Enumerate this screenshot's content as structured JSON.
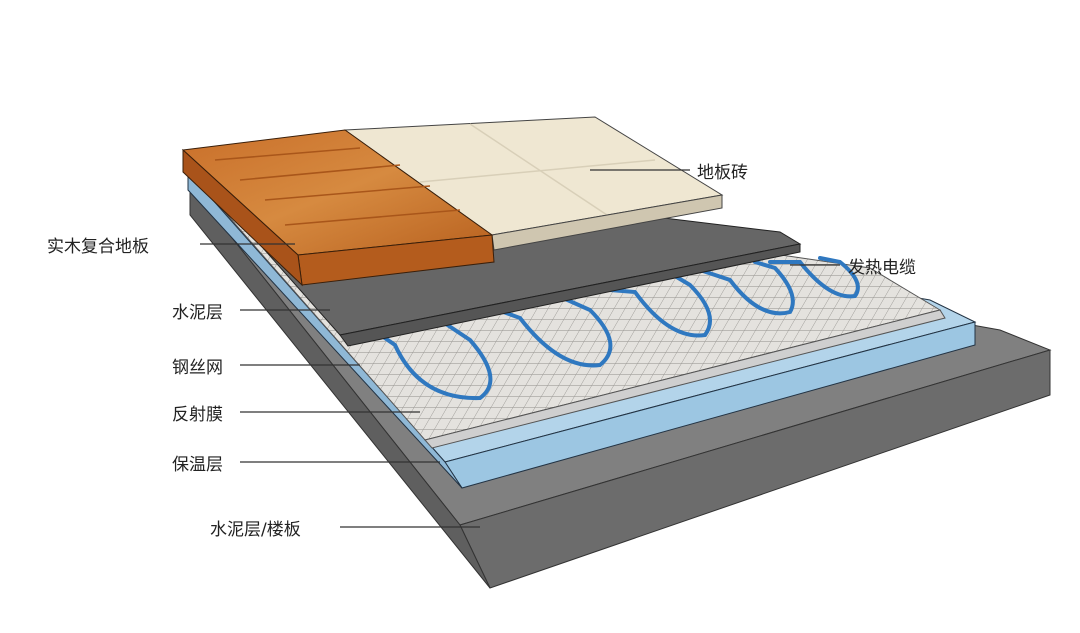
{
  "labels": {
    "floor_tile": "地板砖",
    "engineered_wood": "实木复合地板",
    "heating_cable": "发热电缆",
    "cement_layer": "水泥层",
    "steel_mesh": "钢丝网",
    "reflective_film": "反射膜",
    "insulation": "保温层",
    "cement_slab": "水泥层/楼板"
  },
  "colors": {
    "concrete": "#7a7a7a",
    "insulation": "#a9cde4",
    "cable": "#2f78c0",
    "wood": "#c8772f",
    "tile": "#efe7d2"
  }
}
